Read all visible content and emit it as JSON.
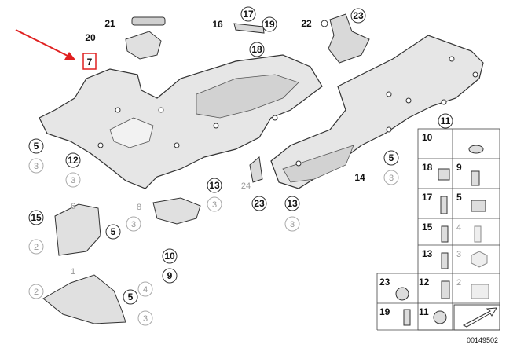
{
  "colors": {
    "part_fill": "#e6e6e6",
    "part_stroke": "#333333",
    "label_circle": "#ffffff",
    "grey_label": "#aaaaaa",
    "pointer_arrow": "#e02020"
  },
  "callouts": {
    "c1": "1",
    "c2a": "2",
    "c2b": "2",
    "c3a": "3",
    "c3b": "3",
    "c3c": "3",
    "c3d": "3",
    "c3e": "3",
    "c3f": "3",
    "c3g": "3",
    "c4": "4",
    "c5a": "5",
    "c5b": "5",
    "c5c": "5",
    "c6": "6",
    "c7": "7",
    "c8": "8",
    "c9": "9",
    "c10": "10",
    "c11": "11",
    "c12": "12",
    "c13a": "13",
    "c13b": "13",
    "c14": "14",
    "c15": "15",
    "c16": "16",
    "c17": "17",
    "c18": "18",
    "c19": "19",
    "c20": "20",
    "c21": "21",
    "c22": "22",
    "c23a": "23",
    "c23b": "23",
    "c24": "24"
  },
  "legend": {
    "items": [
      {
        "id": "10",
        "icon": "washer-icon"
      },
      {
        "id": "18",
        "icon": "clip-nut-icon"
      },
      {
        "id": "9",
        "icon": "hex-bolt-icon"
      },
      {
        "id": "17",
        "icon": "screw-icon"
      },
      {
        "id": "5",
        "icon": "spring-nut-icon"
      },
      {
        "id": "15",
        "icon": "expanding-rivet-icon"
      },
      {
        "id": "4",
        "icon": "bolt-icon"
      },
      {
        "id": "13",
        "icon": "rivet-icon"
      },
      {
        "id": "3",
        "icon": "hex-nut-icon"
      },
      {
        "id": "23",
        "icon": "dome-nut-icon"
      },
      {
        "id": "12",
        "icon": "push-clip-icon"
      },
      {
        "id": "2",
        "icon": "clamp-icon"
      },
      {
        "id": "19",
        "icon": "flange-bolt-icon"
      },
      {
        "id": "11",
        "icon": "collar-nut-icon"
      }
    ]
  },
  "footer": {
    "diagram_number": "00149502"
  }
}
